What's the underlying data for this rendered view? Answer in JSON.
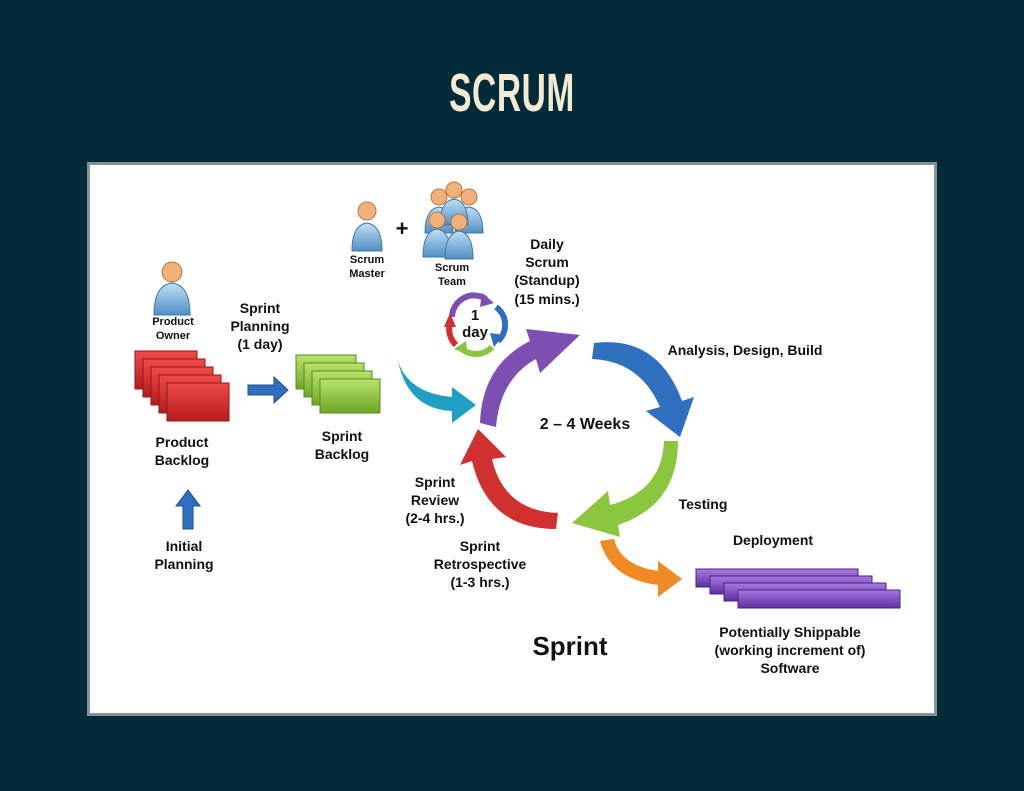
{
  "slide": {
    "title": "SCRUM"
  },
  "diagram": {
    "product_owner": "Product\nOwner",
    "product_backlog": "Product\nBacklog",
    "initial_planning": "Initial\nPlanning",
    "sprint_planning": "Sprint\nPlanning\n(1 day)",
    "sprint_backlog": "Sprint\nBacklog",
    "scrum_master": "Scrum\nMaster",
    "plus": "+",
    "scrum_team": "Scrum\nTeam",
    "daily_scrum": "Daily\nScrum\n(Standup)\n(15 mins.)",
    "one_day": "1\nday",
    "analysis": "Analysis, Design, Build",
    "weeks": "2 – 4 Weeks",
    "testing": "Testing",
    "deployment": "Deployment",
    "sprint_review": "Sprint\nReview\n(2-4 hrs.)",
    "sprint_retrospective": "Sprint\nRetrospective\n(1-3 hrs.)",
    "sprint": "Sprint",
    "shippable": "Potentially Shippable\n(working increment of)\nSoftware"
  },
  "colors": {
    "background": "#022a38",
    "title": "#f3ead3",
    "backlog_red": "#d8262b",
    "sprint_backlog_green": "#8cc63f",
    "cycle_purple": "#7d4fb3",
    "cycle_blue": "#2f6fc0",
    "cycle_green": "#8cc63f",
    "cycle_red": "#d03030",
    "teal_arrow": "#1f9fc4",
    "orange_arrow": "#f08a24",
    "deploy_purple": "#7a4bc2"
  }
}
